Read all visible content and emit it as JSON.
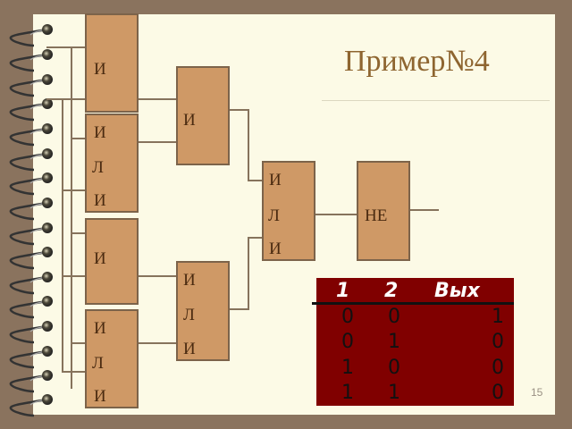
{
  "slide": {
    "title": "Пример№4",
    "page_number": "15"
  },
  "gates": {
    "and1": {
      "label": "И"
    },
    "or1": {
      "l1": "И",
      "l2": "Л",
      "l3": "И"
    },
    "and2": {
      "label": "И"
    },
    "or2": {
      "l1": "И",
      "l2": "Л",
      "l3": "И"
    },
    "and_mid_top": {
      "label": "И"
    },
    "or_mid_bottom": {
      "l1": "И",
      "l2": "Л",
      "l3": "И"
    },
    "or_final": {
      "l1": "И",
      "l2": "Л",
      "l3": "И"
    },
    "not_final": {
      "label": "НЕ"
    }
  },
  "truth_table": {
    "headers": [
      "1",
      "2",
      "Вых"
    ],
    "rows": [
      [
        "0",
        "0",
        "1"
      ],
      [
        "0",
        "1",
        "0"
      ],
      [
        "1",
        "0",
        "0"
      ],
      [
        "1",
        "1",
        "0"
      ]
    ]
  },
  "colors": {
    "gate_fill": "#cf9966",
    "gate_border": "#7c634a",
    "table_bg": "#800000",
    "title": "#8e6530",
    "page_bg": "#fcfae6",
    "frame": "#8a735e"
  }
}
